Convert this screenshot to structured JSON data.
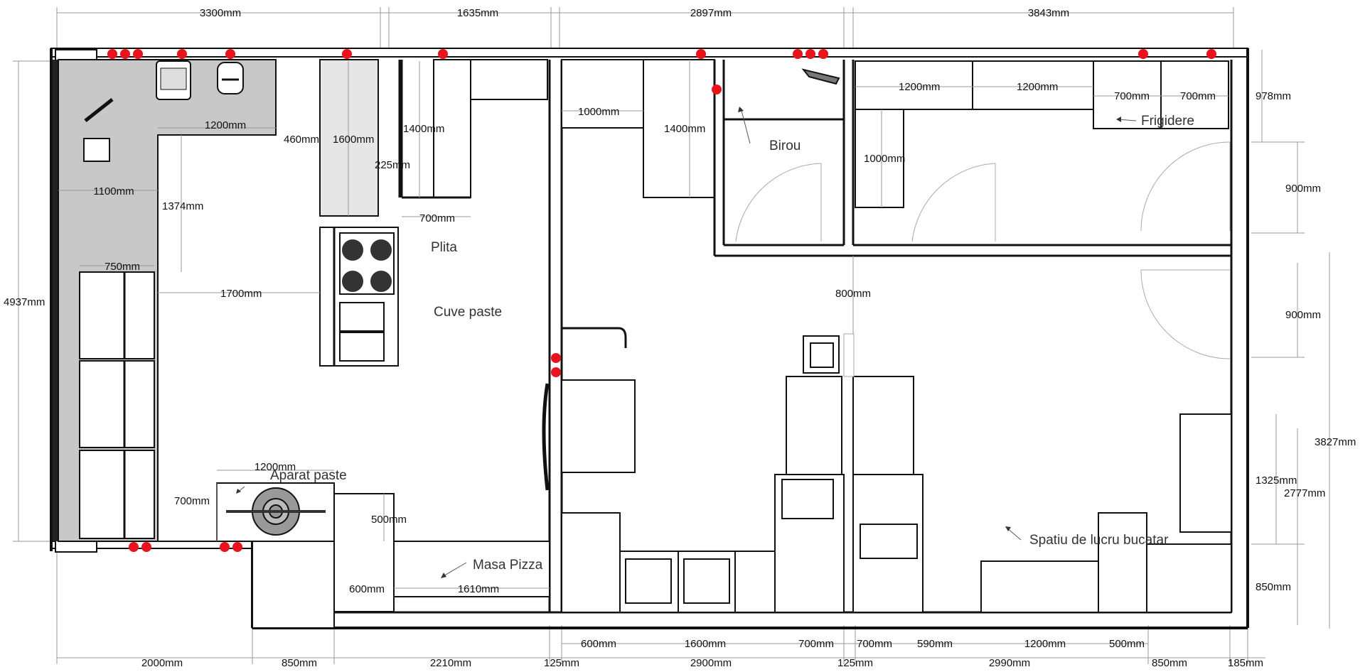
{
  "labels": {
    "plita": "Plita",
    "cuve_paste": "Cuve paste",
    "birou": "Birou",
    "frigidere": "Frigidere",
    "aparat_paste": "Aparat paste",
    "masa_pizza": "Masa Pizza",
    "spatiu": "Spatiu de lucru bucatar"
  },
  "dimensions": {
    "top": [
      "3300mm",
      "1635mm",
      "2897mm",
      "3843mm"
    ],
    "bottom": [
      "2000mm",
      "850mm",
      "2210mm",
      "125mm",
      "2900mm",
      "125mm",
      "2990mm",
      "850mm",
      "185mm"
    ],
    "bottom_inner": [
      "600mm",
      "1600mm",
      "700mm",
      "700mm",
      "590mm",
      "1200mm",
      "500mm"
    ],
    "left_total": "4937mm",
    "right": [
      "978mm",
      "900mm",
      "900mm",
      "1325mm",
      "850mm",
      "3827mm",
      "2777mm"
    ],
    "interior": {
      "d1200a": "1200mm",
      "d460": "460mm",
      "d1600": "1600mm",
      "d1400a": "1400mm",
      "d225": "225mm",
      "d1100": "1100mm",
      "d1374": "1374mm",
      "d700a": "700mm",
      "d750": "750mm",
      "d1700": "1700mm",
      "d1000a": "1000mm",
      "d1400b": "1400mm",
      "d1200b": "1200mm",
      "d1200c": "1200mm",
      "d700b": "700mm",
      "d700c": "700mm",
      "d1000b": "1000mm",
      "d800": "800mm",
      "d1200d": "1200mm",
      "d700d": "700mm",
      "d500": "500mm",
      "d600": "600mm",
      "d1610": "1610mm"
    }
  }
}
